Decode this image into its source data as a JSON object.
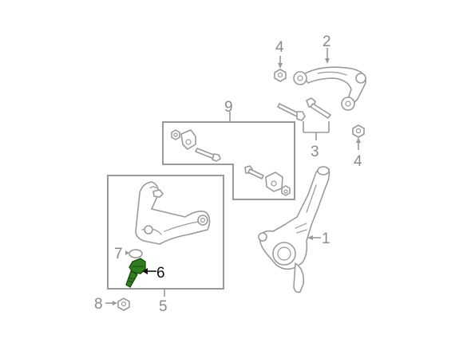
{
  "diagram": {
    "callouts": {
      "c1": "1",
      "c2": "2",
      "c3": "3",
      "c4_top": "4",
      "c4_right": "4",
      "c5": "5",
      "c6": "6",
      "c7": "7",
      "c8": "8",
      "c9": "9"
    },
    "highlight": {
      "part_number": "6",
      "color": "#2f7d1e"
    },
    "colors": {
      "line": "#9a9a9a",
      "label": "#8a8a8a",
      "highlight_label": "#111111"
    }
  }
}
